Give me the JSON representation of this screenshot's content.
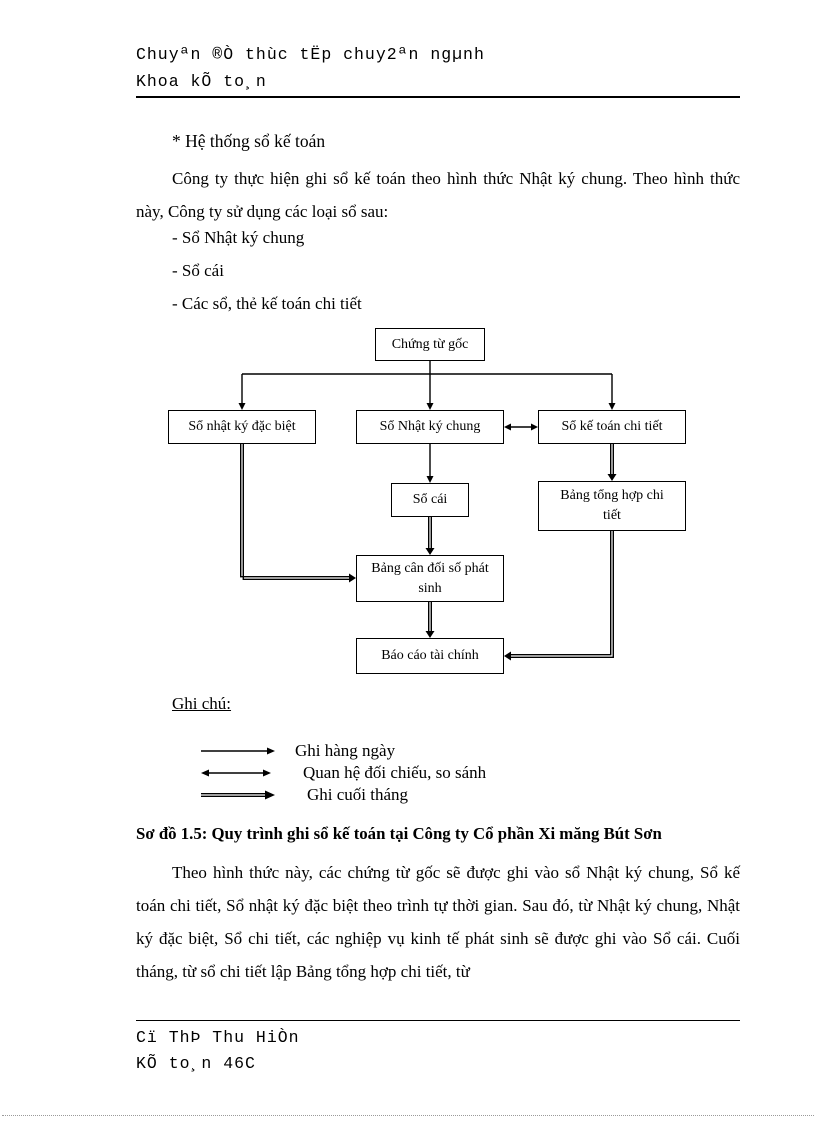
{
  "header": {
    "line1": "Chuyªn ®Ò thùc tËp chuy2ªn ngµnh",
    "line2": "Khoa kÕ to¸n"
  },
  "footer": {
    "line1": "Cï ThÞ Thu HiÒn",
    "line2": "KÕ to¸n 46C"
  },
  "body": {
    "heading": "* Hệ thống sổ kế toán",
    "para1": "Công ty thực hiện ghi sổ kế toán theo hình thức Nhật ký chung. Theo hình thức này, Công ty sử dụng các loại sổ sau:",
    "bullets": [
      "- Sổ Nhật ký chung",
      "- Sổ cái",
      "- Các sổ, thẻ kế toán chi tiết"
    ],
    "caption": "Sơ đồ 1.5: Quy trình ghi sổ kế toán tại Công ty Cổ phần Xi măng Bút Sơn",
    "para2": "Theo hình thức này, các chứng từ gốc sẽ được ghi vào sổ Nhật ký chung, Sổ kế toán chi tiết, Sổ nhật ký đặc biệt theo trình tự thời gian. Sau đó, từ Nhật ký chung, Nhật ký đặc biệt, Sổ chi tiết, các nghiệp vụ kinh tế phát sinh sẽ được ghi vào Sổ cái. Cuối tháng, từ sổ chi tiết lập Bảng tổng hợp chi tiết, từ"
  },
  "diagram": {
    "boxes": {
      "chung_tu_goc": "Chứng từ gốc",
      "nhat_ky_dac_biet": "Sổ nhật ký đặc biệt",
      "nhat_ky_chung": "Sổ Nhật ký chung",
      "ke_toan_chi_tiet": "Sổ kế toán chi tiết",
      "so_cai": "Sổ cái",
      "bang_tong_hop": "Bảng tổng hợp chi tiết",
      "bang_can_doi": "Bảng cân đối số phát sinh",
      "bao_cao_tai_chinh": "Báo cáo tài chính"
    },
    "legend": {
      "title": "Ghi chú:",
      "items": [
        "Ghi hàng ngày",
        "Quan hệ đối chiếu, so sánh",
        "Ghi cuối tháng"
      ]
    }
  }
}
